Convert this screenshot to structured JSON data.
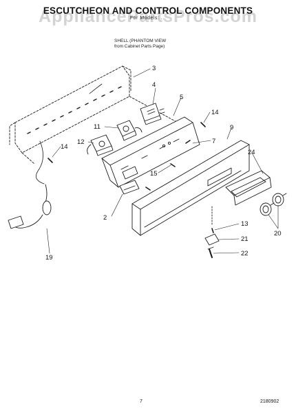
{
  "header": {
    "title": "ESCUTCHEON AND CONTROL COMPONENTS",
    "subtitle": "For Models: ..."
  },
  "watermark": "AppliancePartsPros.com",
  "note": {
    "line1": "SHELL (PHANTOM VIEW",
    "line2": "from Cabinet Parts Page)"
  },
  "callouts": {
    "c2": "2",
    "c3": "3",
    "c4": "4",
    "c5": "5",
    "c7": "7",
    "c9": "9",
    "c11": "11",
    "c12": "12",
    "c13": "13",
    "c14a": "14",
    "c14b": "14",
    "c15": "15",
    "c19": "19",
    "c20": "20",
    "c21": "21",
    "c22": "22",
    "c24": "24"
  },
  "footer": {
    "page_number": "7",
    "document_code": "2180902"
  }
}
